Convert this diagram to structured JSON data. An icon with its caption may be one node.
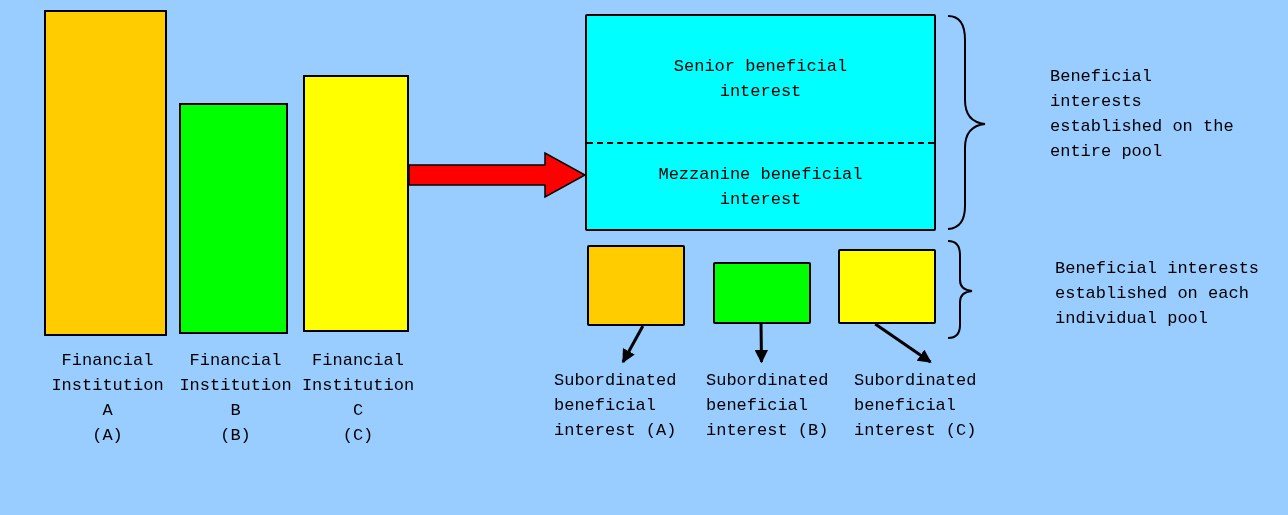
{
  "diagram": {
    "nodes": [
      {
        "text": [],
        "shape": "bar",
        "beside": [
          "Financial Institution A",
          "(A)"
        ]
      },
      {
        "text": [],
        "shape": "bar",
        "beside": [
          "Financial Institution B",
          "(B)"
        ]
      },
      {
        "text": [],
        "shape": "bar",
        "beside": [
          "Financial Institution C",
          "(C)"
        ]
      },
      {
        "text": [
          "Senior beneficial interest",
          "Mezzanine beneficial interest"
        ]
      },
      {
        "text": [],
        "shape": "box"
      },
      {
        "text": [],
        "shape": "box"
      },
      {
        "text": [],
        "shape": "box"
      },
      {
        "text": [
          "Subordinated beneficial interest (A)"
        ]
      },
      {
        "text": [
          "Subordinated beneficial interest (B)"
        ]
      },
      {
        "text": [
          "Subordinated beneficial interest (C)"
        ]
      }
    ],
    "edges": [
      {
        "from": 2,
        "to": 3,
        "arrow": "to",
        "style": "thick",
        "color": "#ff0000"
      },
      {
        "from": 4,
        "to": 7,
        "arrow": "to"
      },
      {
        "from": 5,
        "to": 8,
        "arrow": "to"
      },
      {
        "from": 6,
        "to": 9,
        "arrow": "to"
      }
    ],
    "labels": [
      "Beneficial interests established on the entire pool",
      "Beneficial interests established on each individual pool"
    ]
  }
}
